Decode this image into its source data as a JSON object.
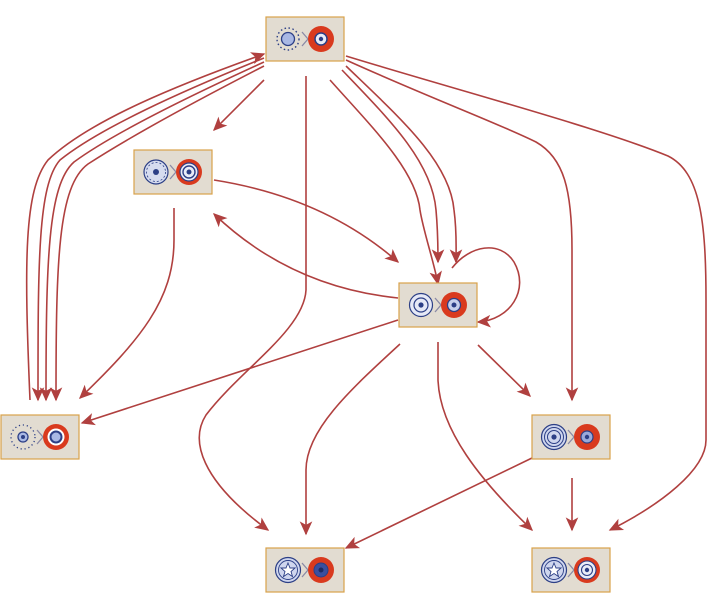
{
  "colors": {
    "edge": "#b0403f",
    "node_fill": "#e2dcd1",
    "node_border": "#d9a24a",
    "target_red": "#d93a1e",
    "glyph_blue": "#2c3f86",
    "glyph_light": "#a9b8e4"
  },
  "nodes": [
    {
      "id": "n_top",
      "icon": "dotted-ring-to-red-disc-icon"
    },
    {
      "id": "n_left_mid",
      "icon": "starred-ring-to-ringed-red-disc-icon"
    },
    {
      "id": "n_center",
      "icon": "double-ring-to-red-disc-icon"
    },
    {
      "id": "n_left_low",
      "icon": "dotted-ring-to-white-ring-red-disc-icon"
    },
    {
      "id": "n_right_mid",
      "icon": "concentric-rings-to-red-disc-icon"
    },
    {
      "id": "n_bottom_mid",
      "icon": "star-wheel-to-blue-red-disc-icon"
    },
    {
      "id": "n_bottom_right",
      "icon": "star-wheel-to-concentric-red-disc-icon"
    }
  ],
  "edges": [
    {
      "from": "n_top",
      "to": "n_left_mid"
    },
    {
      "from": "n_top",
      "to": "n_left_low"
    },
    {
      "from": "n_top",
      "to": "n_left_low"
    },
    {
      "from": "n_top",
      "to": "n_left_low"
    },
    {
      "from": "n_left_low",
      "to": "n_top"
    },
    {
      "from": "n_top",
      "to": "n_center"
    },
    {
      "from": "n_top",
      "to": "n_center"
    },
    {
      "from": "n_top",
      "to": "n_center"
    },
    {
      "from": "n_top",
      "to": "n_right_mid"
    },
    {
      "from": "n_top",
      "to": "n_bottom_right"
    },
    {
      "from": "n_top",
      "to": "n_bottom_mid"
    },
    {
      "from": "n_left_mid",
      "to": "n_center"
    },
    {
      "from": "n_left_mid",
      "to": "n_left_low"
    },
    {
      "from": "n_center",
      "to": "n_left_mid"
    },
    {
      "from": "n_center",
      "to": "n_center"
    },
    {
      "from": "n_center",
      "to": "n_left_low"
    },
    {
      "from": "n_center",
      "to": "n_right_mid"
    },
    {
      "from": "n_center",
      "to": "n_bottom_mid"
    },
    {
      "from": "n_center",
      "to": "n_bottom_right"
    },
    {
      "from": "n_right_mid",
      "to": "n_bottom_mid"
    },
    {
      "from": "n_right_mid",
      "to": "n_bottom_right"
    }
  ]
}
